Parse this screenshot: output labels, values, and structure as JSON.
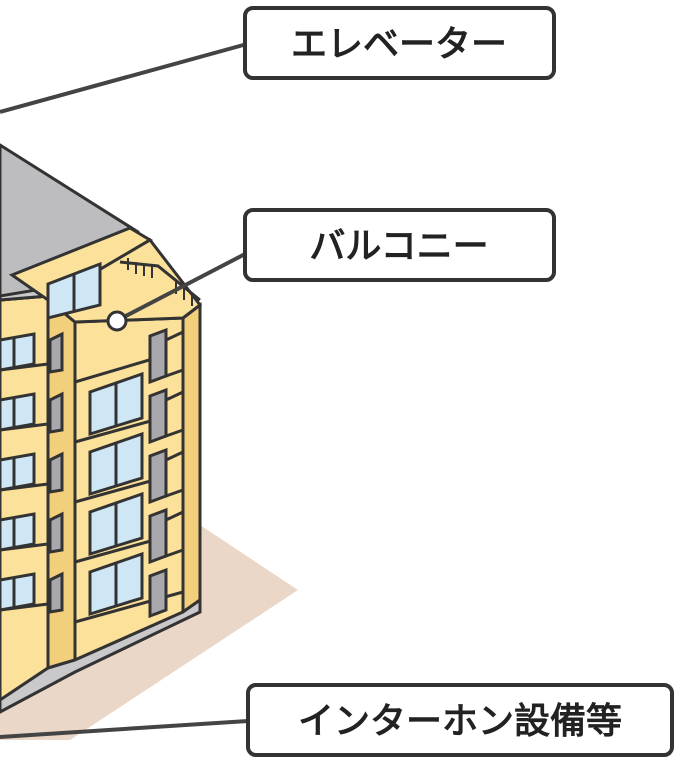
{
  "labels": {
    "elevator": "エレベーター",
    "balcony": "バルコニー",
    "intercom": "インターホン設備等"
  },
  "colors": {
    "wall": "#fbe19a",
    "wall_shade": "#f2cf7a",
    "roof": "#c9c9cb",
    "window_glass": "#cfe7f5",
    "window_recess": "#a9a9ad",
    "ground_shadow": "#ead7c8",
    "outline": "#333333",
    "label_border": "#333333"
  }
}
